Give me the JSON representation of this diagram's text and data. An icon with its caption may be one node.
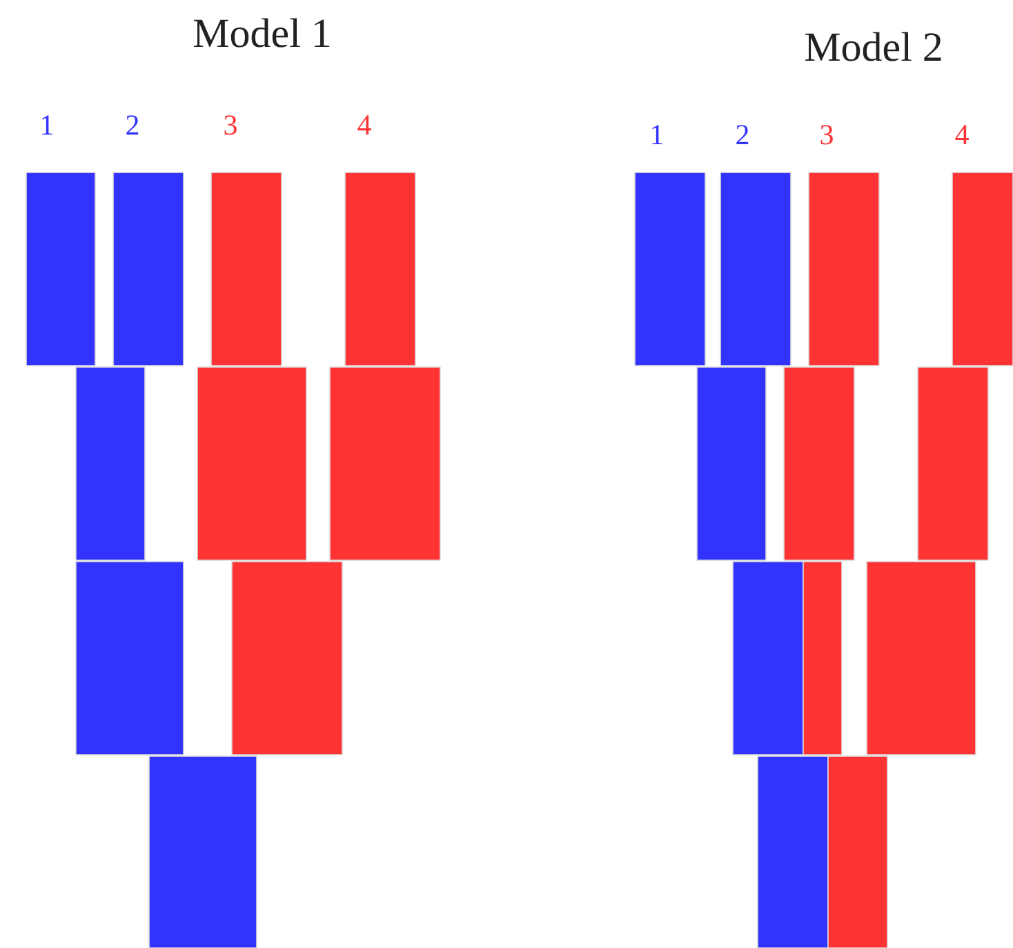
{
  "diagram": {
    "labels": [
      "Model 1",
      "1",
      "2",
      "3",
      "4",
      "Model 2",
      "1",
      "2",
      "3",
      "4"
    ]
  }
}
